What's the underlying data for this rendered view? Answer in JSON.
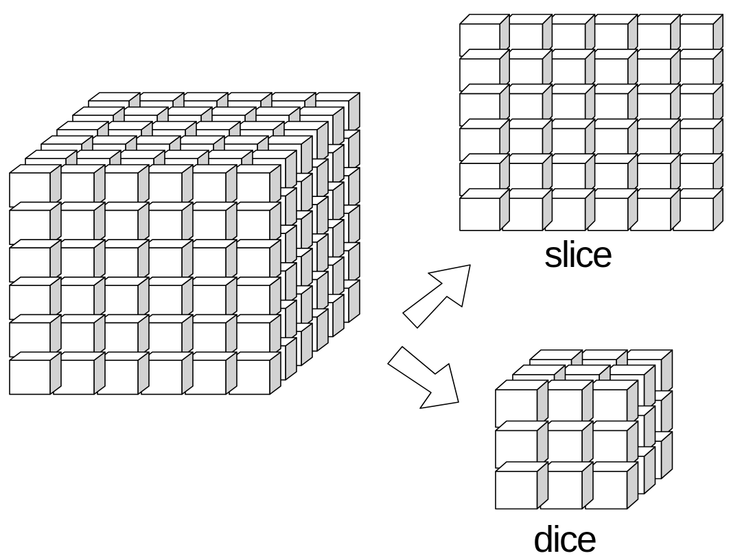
{
  "labels": {
    "slice": "slice",
    "dice": "dice"
  },
  "cubes": {
    "full": {
      "cols": 6,
      "rows": 6,
      "depth": 6
    },
    "slice": {
      "cols": 6,
      "rows": 6,
      "depth": 1
    },
    "dice": {
      "cols": 3,
      "rows": 3,
      "depth": 3
    }
  },
  "arrows": [
    {
      "direction": "up-right",
      "target": "slice"
    },
    {
      "direction": "down-right",
      "target": "dice"
    }
  ],
  "colors": {
    "stroke": "#000000",
    "face_front": "#ffffff",
    "face_top": "#ffffff",
    "face_side": "#d2d2d2",
    "background": "#ffffff"
  }
}
